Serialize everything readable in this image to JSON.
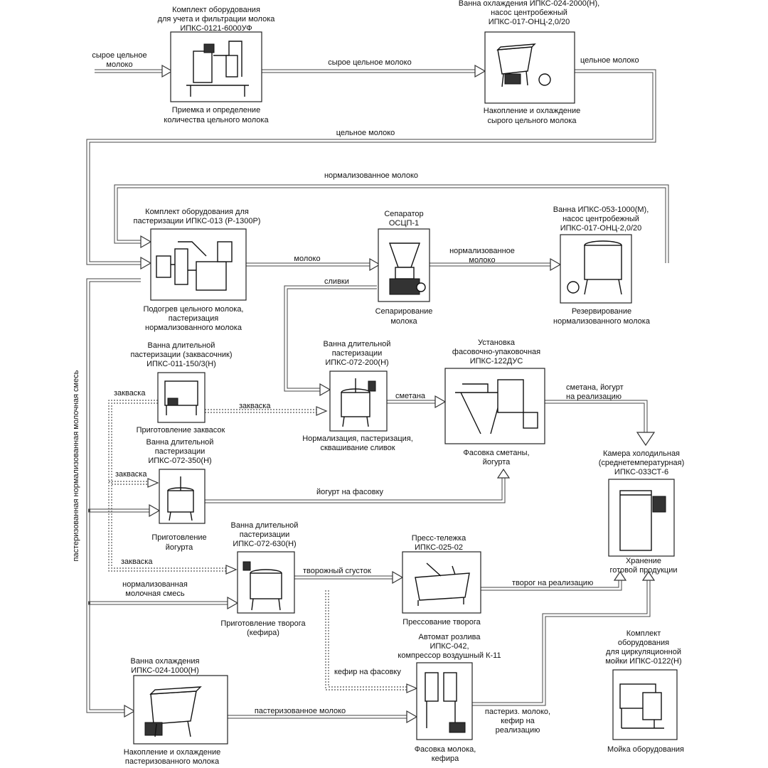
{
  "colors": {
    "line": "#444444",
    "text": "#111111",
    "background": "#ffffff"
  },
  "equipment": {
    "filtration": {
      "title": [
        "Комплект оборудования",
        "для учета и фильтрации молока",
        "ИПКС-0121-6000УФ"
      ],
      "caption": [
        "Приемка и определение",
        "количества цельного молока"
      ]
    },
    "cooling_raw": {
      "title": [
        "Ванна охлаждения ИПКС-024-2000(Н),",
        "насос центробежный",
        "ИПКС-017-ОНЦ-2,0/20"
      ],
      "caption": [
        "Накопление и охлаждение",
        "сырого цельного молока"
      ]
    },
    "pasteurizer": {
      "title": [
        "Комплект оборудования для",
        "пастеризации ИПКС-013 (Р-1300Р)"
      ],
      "caption": [
        "Подогрев цельного молока,",
        "пастеризация",
        "нормализованного молока"
      ]
    },
    "separator": {
      "title": [
        "Сепаратор",
        "ОСЦП-1"
      ],
      "caption": [
        "Сепарирование",
        "молока"
      ]
    },
    "reserve": {
      "title": [
        "Ванна ИПКС-053-1000(М),",
        "насос центробежный",
        "ИПКС-017-ОНЦ-2,0/20"
      ],
      "caption": [
        "Резервирование",
        "нормализованного молока"
      ]
    },
    "starter": {
      "title": [
        "Ванна длительной",
        "пастеризации (заквасочник)",
        "ИПКС-011-150/3(Н)"
      ],
      "caption": [
        "Приготовление заквасок"
      ]
    },
    "cream_vat": {
      "title": [
        "Ванна длительной",
        "пастеризации",
        "ИПКС-072-200(Н)"
      ],
      "caption": [
        "Нормализация, пастеризация,",
        "сквашивание сливок"
      ]
    },
    "packing": {
      "title": [
        "Установка",
        "фасовочно-упаковочная",
        "ИПКС-122ДУС"
      ],
      "caption": [
        "Фасовка  сметаны,",
        "йогурта"
      ]
    },
    "yogurt_vat": {
      "title": [
        "Ванна длительной",
        "пастеризации",
        "ИПКС-072-350(Н)"
      ],
      "caption": [
        "Приготовление",
        "йогурта"
      ]
    },
    "cold_room": {
      "title": [
        "Камера холодильная",
        "(среднетемпературная)",
        "ИПКС-033СТ-6"
      ],
      "caption": [
        "Хранение",
        "готовой продукции"
      ]
    },
    "curd_vat": {
      "title": [
        "Ванна длительной",
        "пастеризации",
        "ИПКС-072-630(Н)"
      ],
      "caption": [
        "Приготовление творога",
        "(кефира)"
      ]
    },
    "press": {
      "title": [
        "Пресс-тележка",
        "ИПКС-025-02"
      ],
      "caption": [
        "Прессование  творога"
      ]
    },
    "filler": {
      "title": [
        "Автомат розлива",
        "ИПКС-042,",
        "компрессор воздушный К-11"
      ],
      "caption": [
        "Фасовка молока,",
        "кефира"
      ]
    },
    "cooling_past": {
      "title": [
        "Ванна охлаждения",
        "ИПКС-024-1000(Н)"
      ],
      "caption": [
        "Накопление и охлаждение",
        "пастеризованного молока"
      ]
    },
    "washing": {
      "title": [
        "Комплект",
        "оборудования",
        "для циркуляционной",
        "мойки ИПКС-0122(Н)"
      ],
      "caption": [
        "Мойка оборудования"
      ]
    }
  },
  "flows": {
    "raw_in": [
      "сырое цельное",
      "молоко"
    ],
    "raw_to_cooling": "сырое цельное молоко",
    "whole_out": "цельное молоко",
    "whole_return": "цельное молоко",
    "normalized_return": "нормализованное  молоко",
    "milk": "молоко",
    "normalized_sep": [
      "нормализованное",
      "молоко"
    ],
    "cream": "сливки",
    "sour_cream": "сметана",
    "to_sale": [
      "сметана, йогурт",
      "на реализацию"
    ],
    "starter_a": "закваска",
    "starter_b": "закваска",
    "starter_c": "закваска",
    "starter_d": "закваска",
    "yogurt_to_pack": "йогурт на фасовку",
    "curd_clot": "творожный сгусток",
    "curd_sale": "творог на реализацию",
    "norm_mix": [
      "нормализованная",
      "молочная смесь"
    ],
    "kefir_to_fill": "кефир на фасовку",
    "past_milk": "пастеризованное молоко",
    "past_sale": [
      "пастериз. молоко,",
      "кефир на",
      "реализацию"
    ],
    "vertical": "пастеризованная нормализованная  молочная  смесь"
  }
}
